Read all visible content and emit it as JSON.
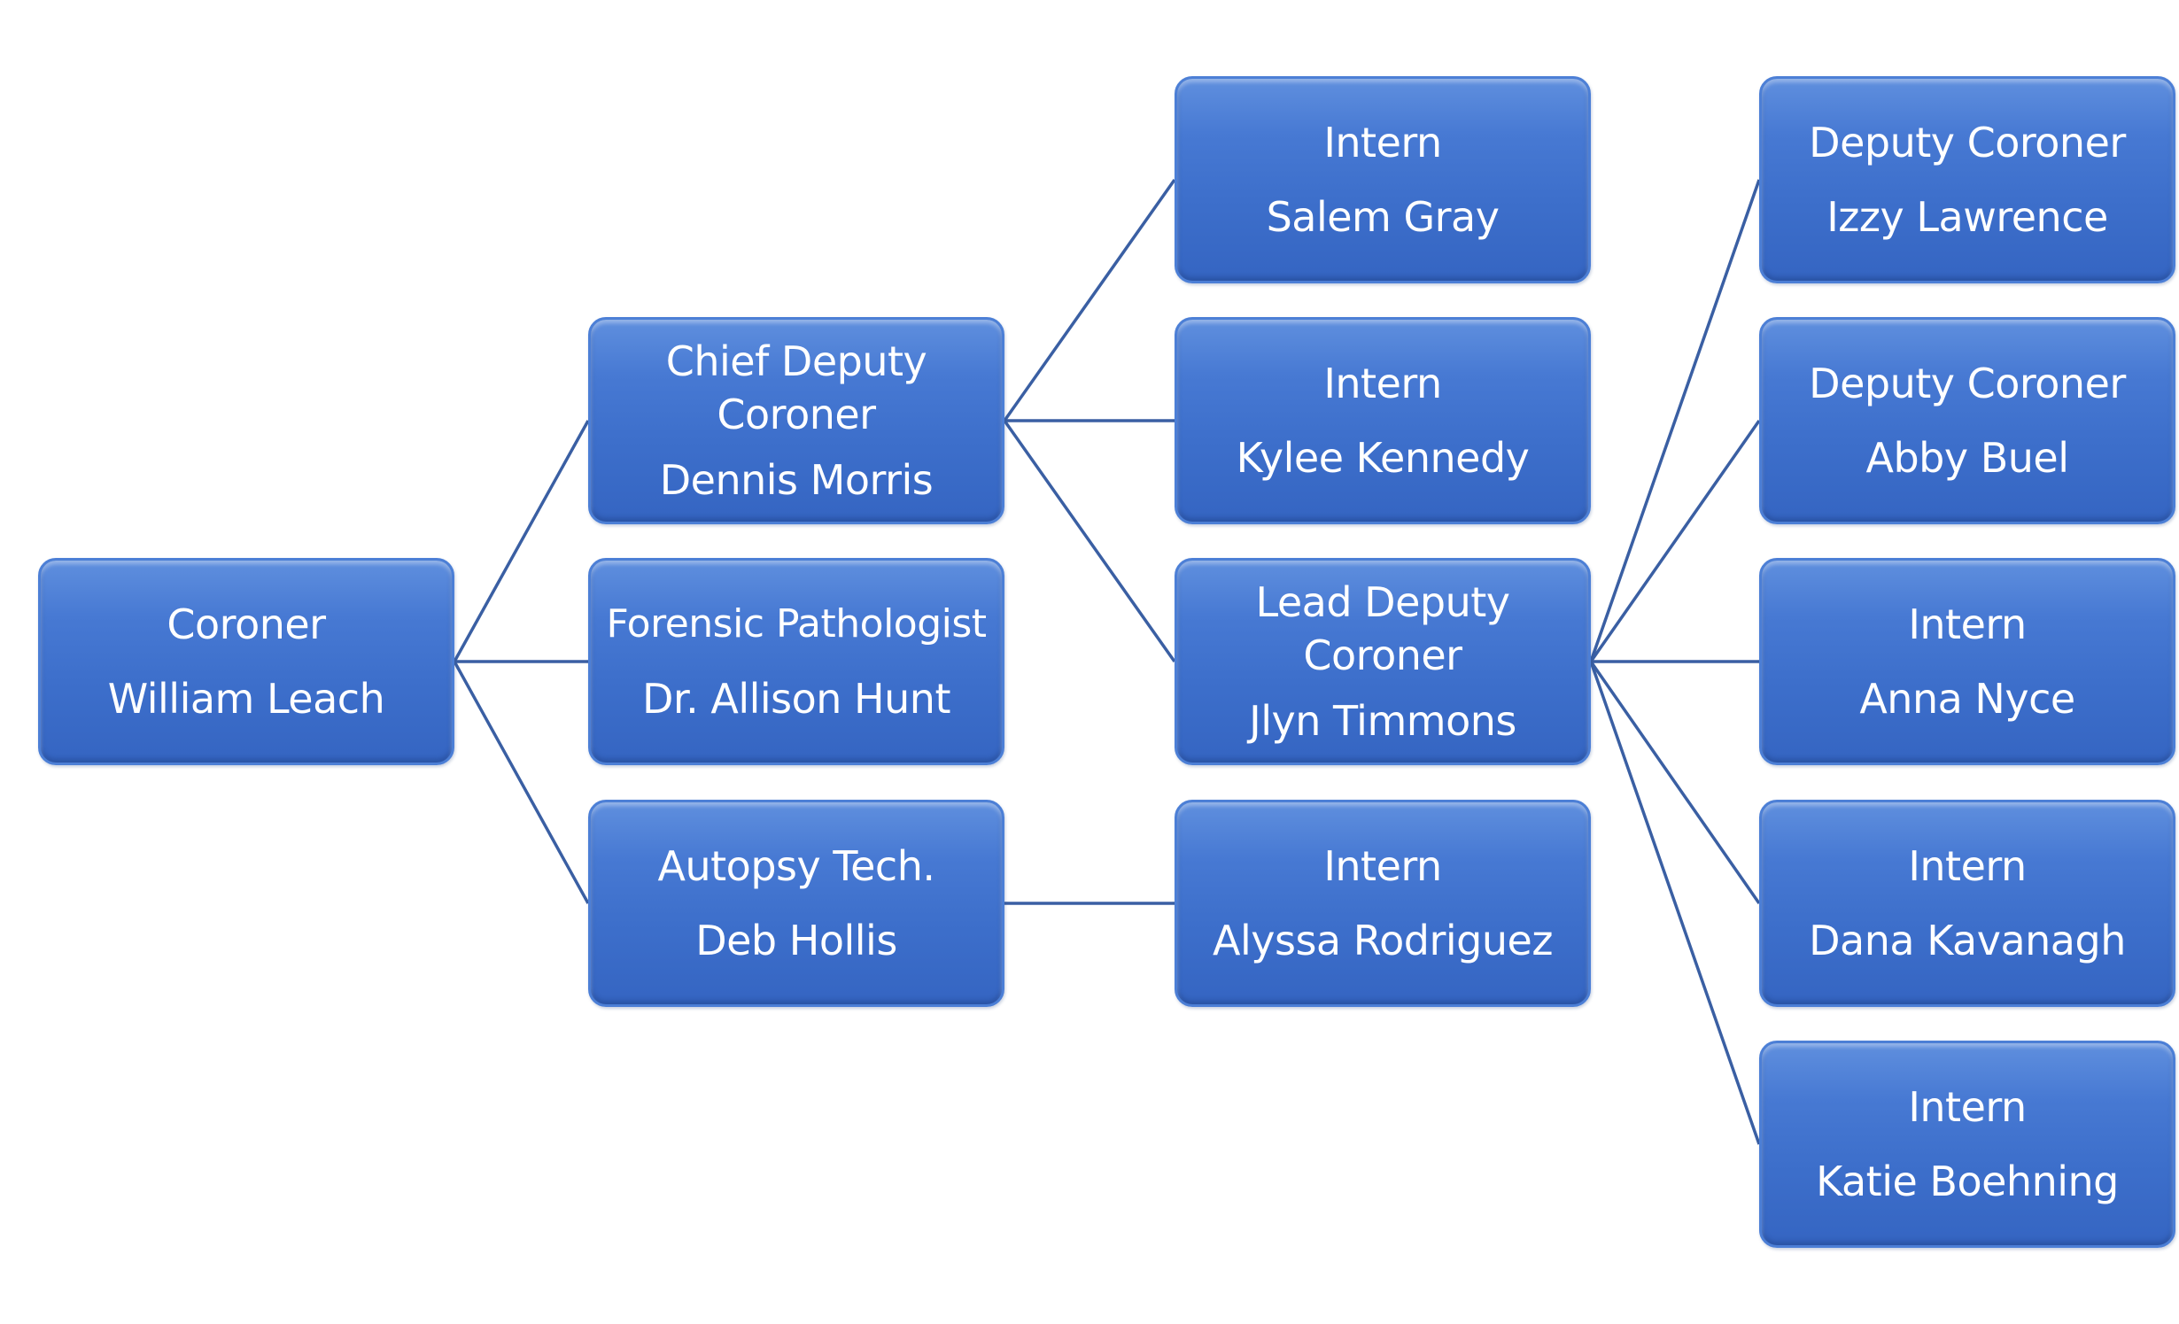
{
  "org_chart": {
    "nodes": {
      "coroner": {
        "role": "Coroner",
        "name": "William Leach"
      },
      "chief_deputy": {
        "role": "Chief Deputy Coroner",
        "name": "Dennis Morris"
      },
      "pathologist": {
        "role": "Forensic Pathologist",
        "name": "Dr. Allison Hunt"
      },
      "autopsy_tech": {
        "role": "Autopsy Tech.",
        "name": "Deb Hollis"
      },
      "intern_salem": {
        "role": "Intern",
        "name": "Salem Gray"
      },
      "intern_kylee": {
        "role": "Intern",
        "name": "Kylee Kennedy"
      },
      "lead_deputy": {
        "role": "Lead Deputy Coroner",
        "name": "Jlyn Timmons"
      },
      "intern_alyssa": {
        "role": "Intern",
        "name": "Alyssa Rodriguez"
      },
      "deputy_izzy": {
        "role": "Deputy Coroner",
        "name": "Izzy Lawrence"
      },
      "deputy_abby": {
        "role": "Deputy Coroner",
        "name": "Abby Buel"
      },
      "intern_anna": {
        "role": "Intern",
        "name": "Anna Nyce"
      },
      "intern_dana": {
        "role": "Intern",
        "name": "Dana Kavanagh"
      },
      "intern_katie": {
        "role": "Intern",
        "name": "Katie Boehning"
      }
    },
    "edges": [
      [
        "coroner",
        "chief_deputy"
      ],
      [
        "coroner",
        "pathologist"
      ],
      [
        "coroner",
        "autopsy_tech"
      ],
      [
        "chief_deputy",
        "intern_salem"
      ],
      [
        "chief_deputy",
        "intern_kylee"
      ],
      [
        "chief_deputy",
        "lead_deputy"
      ],
      [
        "autopsy_tech",
        "intern_alyssa"
      ],
      [
        "lead_deputy",
        "deputy_izzy"
      ],
      [
        "lead_deputy",
        "deputy_abby"
      ],
      [
        "lead_deputy",
        "intern_anna"
      ],
      [
        "lead_deputy",
        "intern_dana"
      ],
      [
        "lead_deputy",
        "intern_katie"
      ]
    ],
    "colors": {
      "box_fill": "#3d6fcb",
      "connector": "#3a5fa3",
      "text": "#ffffff"
    }
  }
}
